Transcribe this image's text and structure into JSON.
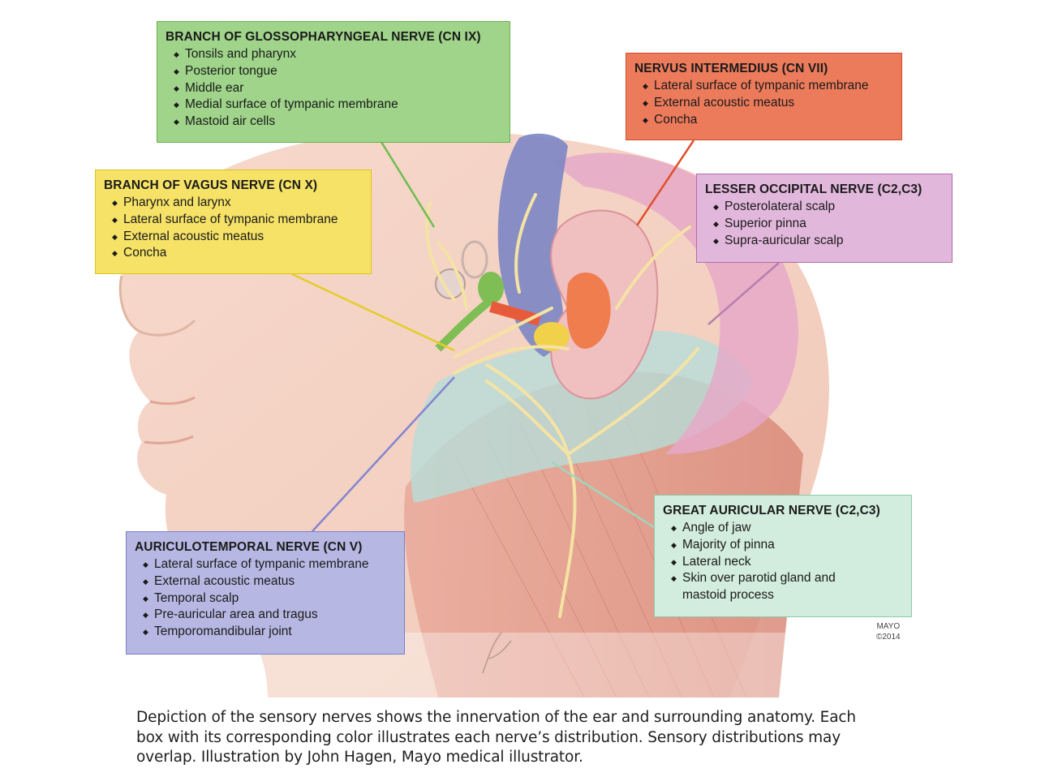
{
  "boxes": {
    "glossopharyngeal": {
      "title": "BRANCH OF GLOSSOPHARYNGEAL NERVE (CN IX)",
      "color": "#9fd48a",
      "items": [
        "Tonsils and pharynx",
        "Posterior tongue",
        "Middle ear",
        "Medial surface of tympanic membrane",
        "Mastoid air cells"
      ]
    },
    "intermedius": {
      "title": "NERVUS INTERMEDIUS (CN VII)",
      "color": "#ec7b5b",
      "items": [
        "Lateral surface of tympanic membrane",
        "External acoustic meatus",
        "Concha"
      ]
    },
    "vagus": {
      "title": "BRANCH OF VAGUS NERVE (CN X)",
      "color": "#f5e267",
      "items": [
        "Pharynx and larynx",
        "Lateral surface of tympanic membrane",
        "External acoustic meatus",
        "Concha"
      ]
    },
    "lesser_occipital": {
      "title": "LESSER OCCIPITAL NERVE (C2,C3)",
      "color": "#e2b7dc",
      "items": [
        "Posterolateral scalp",
        "Superior pinna",
        "Supra-auricular scalp"
      ]
    },
    "great_auricular": {
      "title": "GREAT AURICULAR NERVE (C2,C3)",
      "color": "#d2ecdd",
      "items": [
        "Angle of jaw",
        "Majority of pinna",
        "Lateral neck",
        "Skin over parotid gland and",
        "mastoid process"
      ]
    },
    "auriculotemporal": {
      "title": "AURICULOTEMPORAL NERVE (CN V)",
      "color": "#b6b8e3",
      "items": [
        "Lateral surface of tympanic membrane",
        "External acoustic meatus",
        "Temporal scalp",
        "Pre-auricular area and tragus",
        "Temporomandibular joint"
      ]
    }
  },
  "credit": {
    "line1": "MAYO",
    "line2": "©2014"
  },
  "caption": {
    "line1": "Depiction of the sensory nerves shows the innervation of the ear and surrounding anatomy. Each",
    "line2": "box with its corresponding color illustrates each nerve’s distribution. Sensory distributions may",
    "line3": "overlap. Illustration by John Hagen, Mayo medical illustrator."
  }
}
